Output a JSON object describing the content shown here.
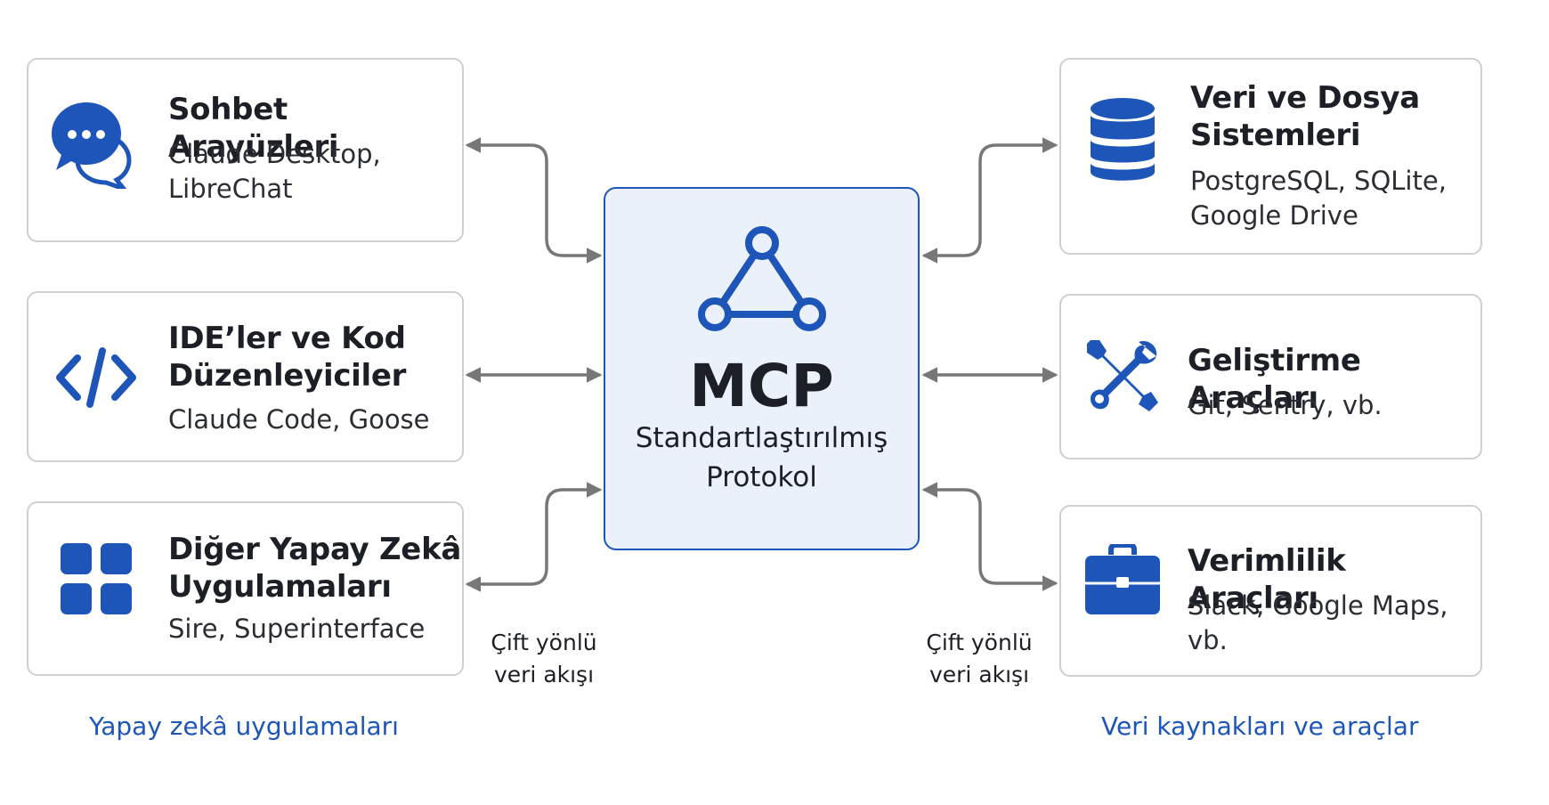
{
  "center": {
    "title": "MCP",
    "subtitle": "Standartlaştırılmış\nProtokol",
    "icon": "network-triangle-icon"
  },
  "left_cards": [
    {
      "icon": "chat-bubbles-icon",
      "title": "Sohbet Arayüzleri",
      "description": "Claude Desktop,\nLibreChat"
    },
    {
      "icon": "code-brackets-icon",
      "title": "IDE’ler ve Kod\nDüzenleyiciler",
      "description": "Claude Code, Goose"
    },
    {
      "icon": "app-grid-icon",
      "title": "Diğer Yapay Zekâ\nUygulamaları",
      "description": "Sire, Superinterface"
    }
  ],
  "right_cards": [
    {
      "icon": "database-icon",
      "title": "Veri ve Dosya\nSistemleri",
      "description": "PostgreSQL, SQLite,\nGoogle Drive"
    },
    {
      "icon": "wrench-screwdriver-icon",
      "title": "Geliştirme Araçları",
      "description": "Git, Sentry, vb."
    },
    {
      "icon": "briefcase-icon",
      "title": "Verimlilik Araçları",
      "description": "Slack, Google Maps,\nvb."
    }
  ],
  "flow_labels": {
    "left": "Çift yönlü\nveri akışı",
    "right": "Çift yönlü\nveri akışı"
  },
  "captions": {
    "left": "Yapay zekâ uygulamaları",
    "right": "Veri kaynakları ve araçlar"
  },
  "colors": {
    "accent": "#1d55b8",
    "center_fill": "#eaf1fb",
    "card_border": "#cfcfcf",
    "arrow": "#777777"
  }
}
